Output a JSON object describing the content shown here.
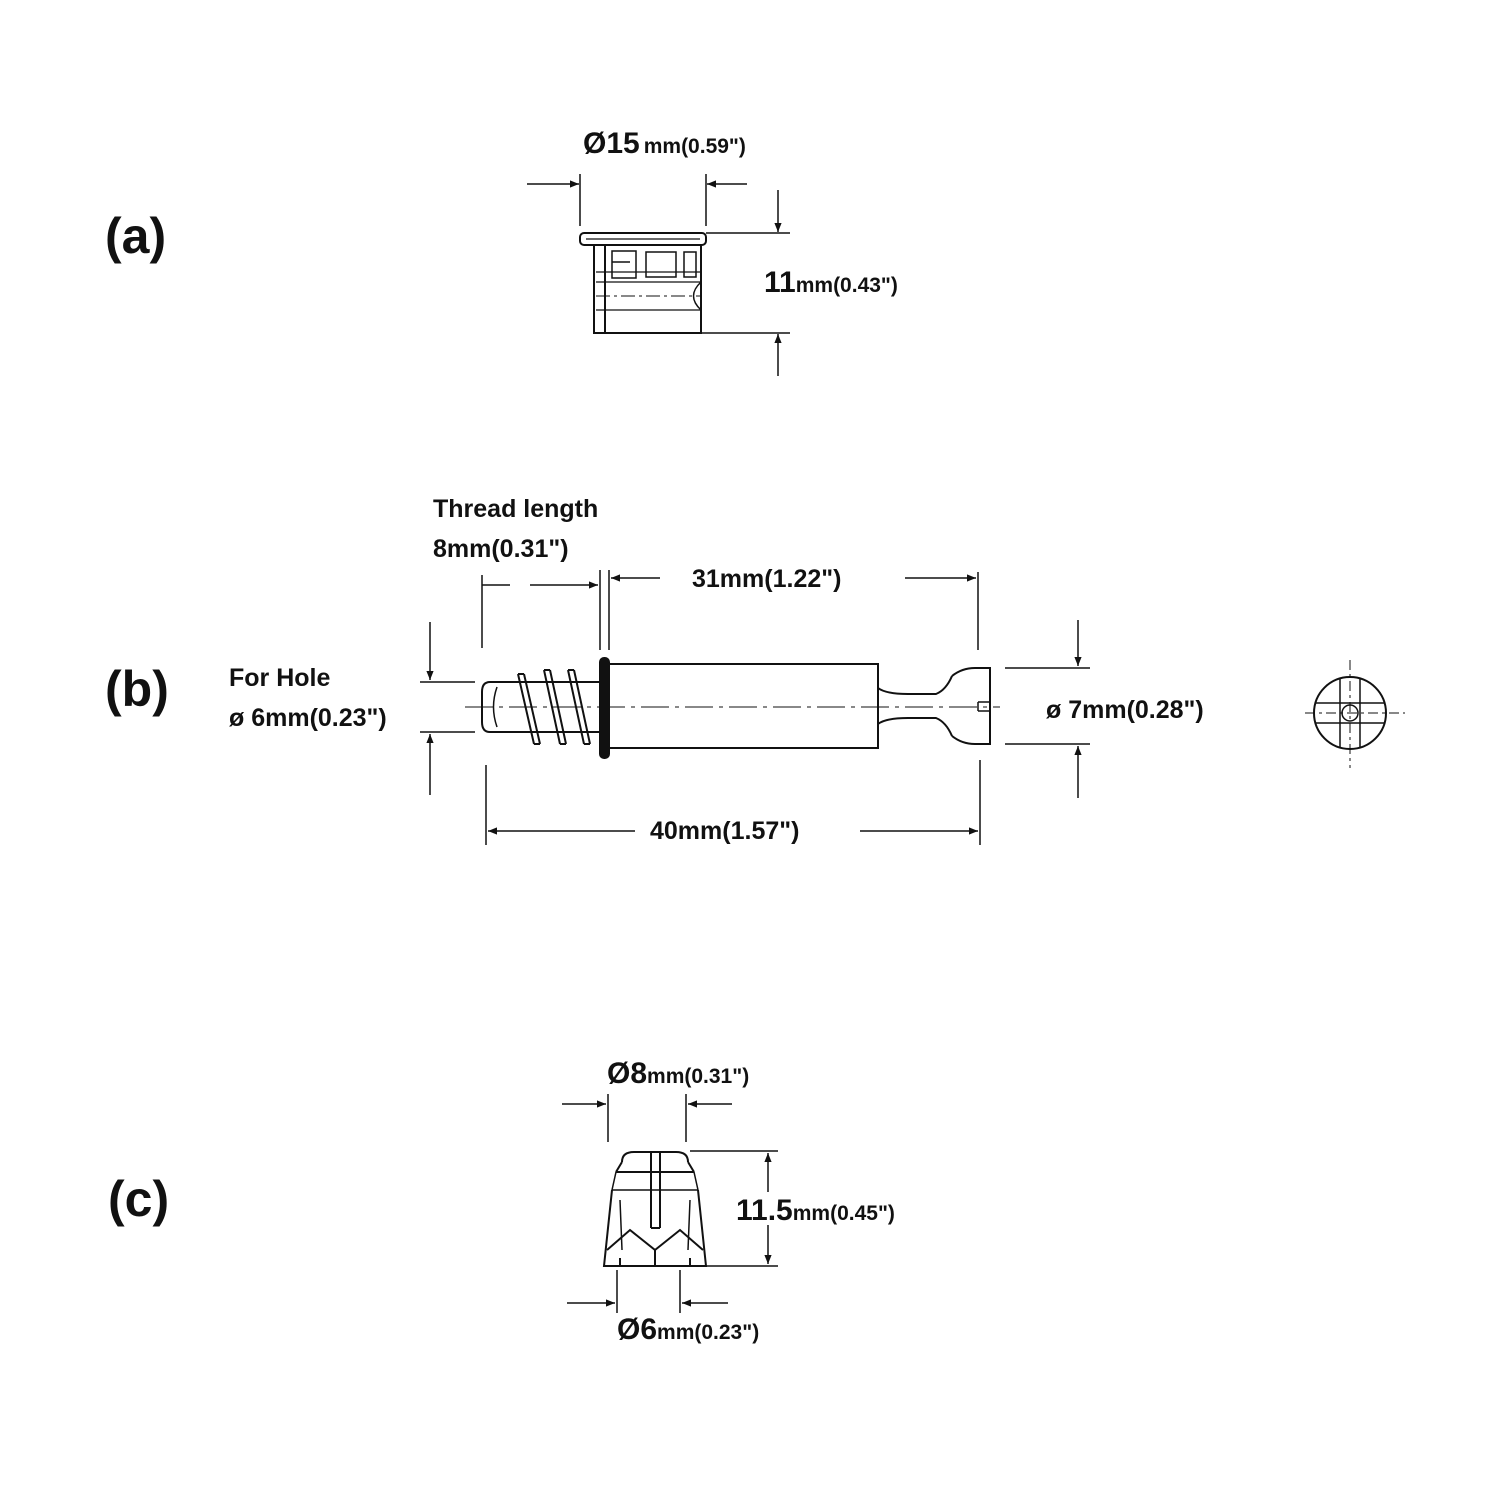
{
  "part_a": {
    "label": "(a)",
    "diameter": {
      "symbol": "Ø",
      "value": "15",
      "unit": "mm(0.59\")"
    },
    "height": {
      "value": "11",
      "unit": "mm(0.43\")"
    }
  },
  "part_b": {
    "label": "(b)",
    "thread_length_title": "Thread length",
    "thread_length_value": "8mm(0.31\")",
    "shaft_length": "31mm(1.22\")",
    "hole_title": "For Hole",
    "hole_diameter": "ø 6mm(0.23\")",
    "head_diameter": "ø 7mm(0.28\")",
    "total_length": "40mm(1.57\")"
  },
  "part_c": {
    "label": "(c)",
    "top_diameter": {
      "symbol": "Ø",
      "value": "8",
      "unit": "mm(0.31\")"
    },
    "height": {
      "value": "11.5",
      "unit": "mm(0.45\")"
    },
    "bottom_diameter": {
      "symbol": "Ø",
      "value": "6",
      "unit": "mm(0.23\")"
    }
  },
  "colors": {
    "line": "#111111",
    "background": "#ffffff"
  }
}
